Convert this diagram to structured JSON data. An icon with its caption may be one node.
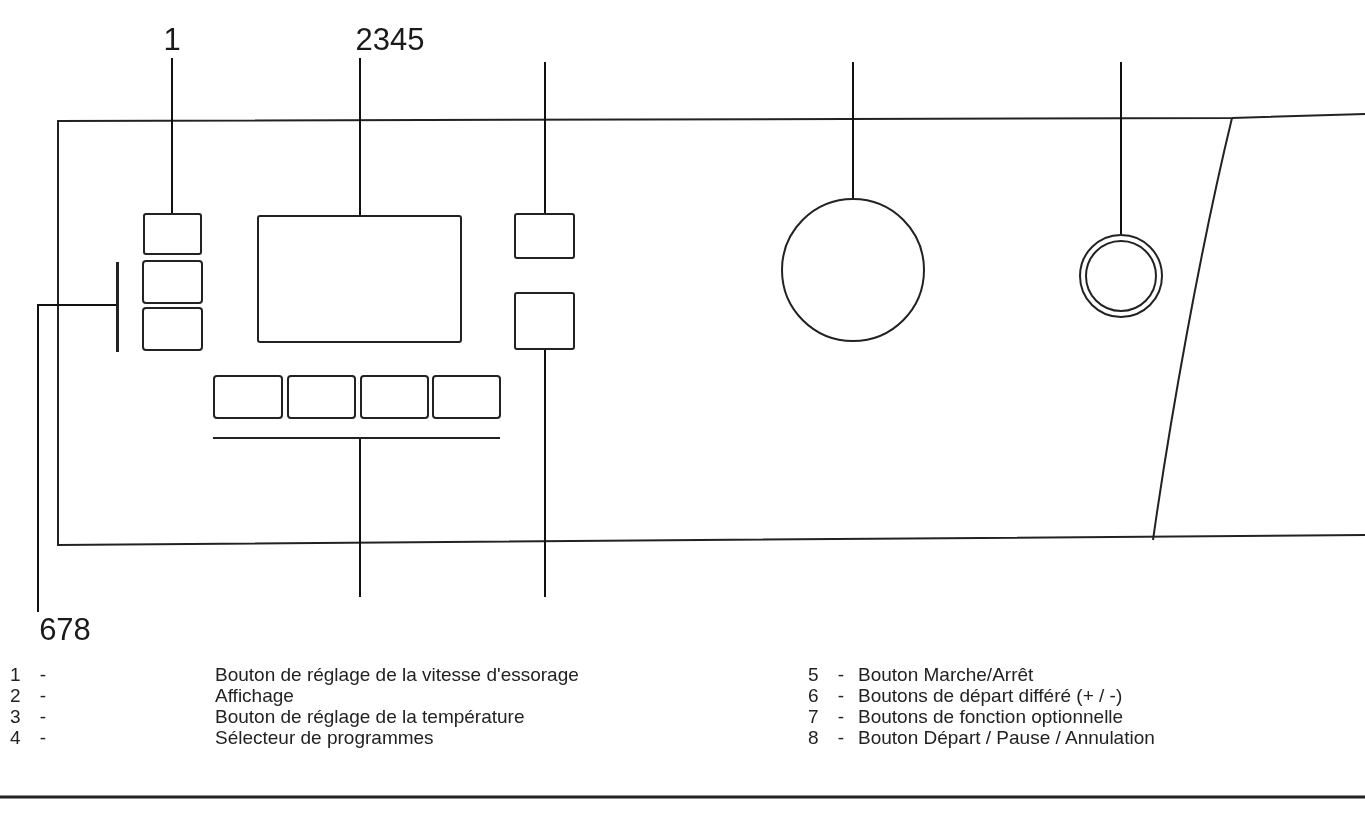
{
  "diagram": {
    "nodes": [
      {
        "text": [
          "1"
        ]
      },
      {
        "text": [
          "2345"
        ]
      },
      {
        "text": [
          "678"
        ]
      },
      {
        "text": [],
        "shape": "box"
      },
      {
        "text": [],
        "shape": "box"
      },
      {
        "text": [],
        "shape": "box"
      },
      {
        "text": [],
        "shape": "circle"
      },
      {
        "text": [],
        "shape": "circle"
      },
      {
        "text": [],
        "shape": "bar"
      },
      {
        "text": [],
        "shape": "bar"
      },
      {
        "text": [],
        "shape": "box"
      }
    ],
    "edges": [
      {
        "from": 0,
        "to": 3,
        "arrow": "none"
      },
      {
        "from": 1,
        "to": 4,
        "arrow": "none"
      },
      {
        "from": null,
        "to": 5,
        "arrow": "none"
      },
      {
        "from": null,
        "to": 6,
        "arrow": "none"
      },
      {
        "from": null,
        "to": 7,
        "arrow": "none"
      },
      {
        "from": 2,
        "to": 8,
        "arrow": "none"
      },
      {
        "from": null,
        "to": 9,
        "arrow": "none"
      },
      {
        "from": null,
        "to": 10,
        "arrow": "none"
      }
    ],
    "labels": [
      "1 -",
      "Bouton de réglage de la vitesse d'essorage",
      "5 -",
      "Bouton Marche/Arrêt",
      "2 -",
      "Affichage",
      "6 -",
      "Boutons de départ différé (+ / -)",
      "3 -",
      "Bouton de réglage de la température",
      "7 -",
      "Boutons de fonction optionnelle",
      "4 -",
      "Sélecteur de programmes",
      "8 -",
      "Bouton Départ / Pause / Annulation"
    ]
  }
}
